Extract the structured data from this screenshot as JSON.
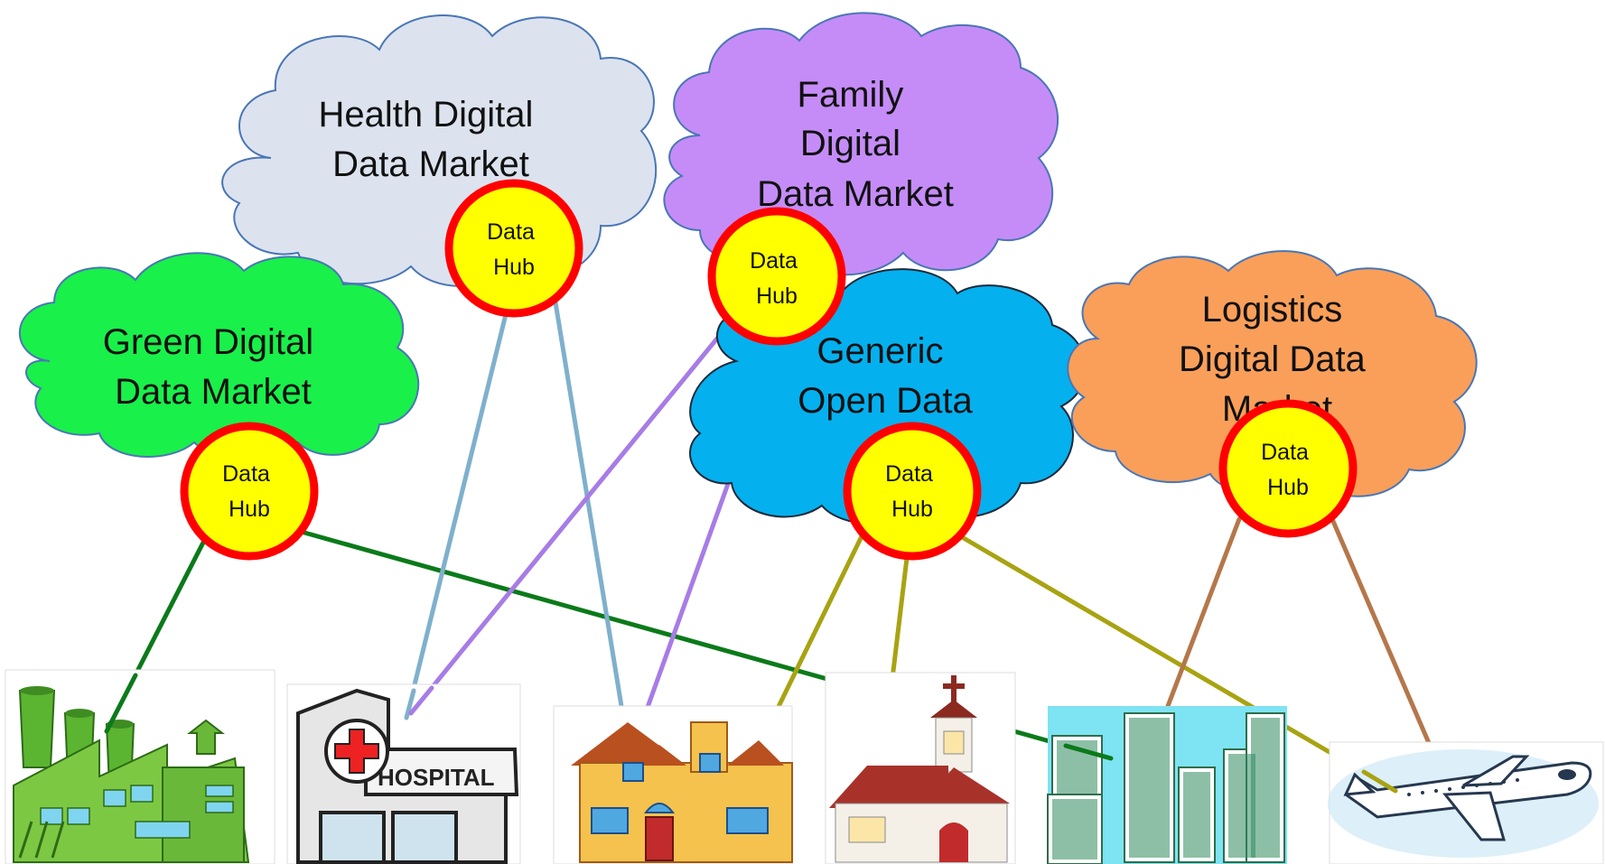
{
  "markets": {
    "health": {
      "lines": [
        "Health Digital",
        "Data Market"
      ],
      "fill": "#dce3ef"
    },
    "family": {
      "lines": [
        "Family",
        "Digital",
        "Data Market"
      ],
      "fill": "#c58cf7"
    },
    "green": {
      "lines": [
        "Green Digital",
        "Data Market"
      ],
      "fill": "#19f04a"
    },
    "generic": {
      "lines": [
        "Generic",
        "Open Data"
      ],
      "fill": "#05b0ee"
    },
    "logistics": {
      "lines": [
        "Logistics",
        "Digital  Data",
        "Market"
      ],
      "fill": "#f99f5a"
    }
  },
  "hub": {
    "lines": [
      "Data",
      "Hub"
    ],
    "fill": "#ffff00",
    "ring": "#ff0000"
  },
  "link_colors": {
    "green": "#0b7a1a",
    "health": "#7fb0cc",
    "family": "#a77ce6",
    "generic": "#a8a312",
    "logistics": "#b5774a"
  },
  "endpoints": [
    "factory",
    "hospital",
    "house",
    "church",
    "city",
    "airplane"
  ],
  "hospital_sign": "HOSPITAL"
}
